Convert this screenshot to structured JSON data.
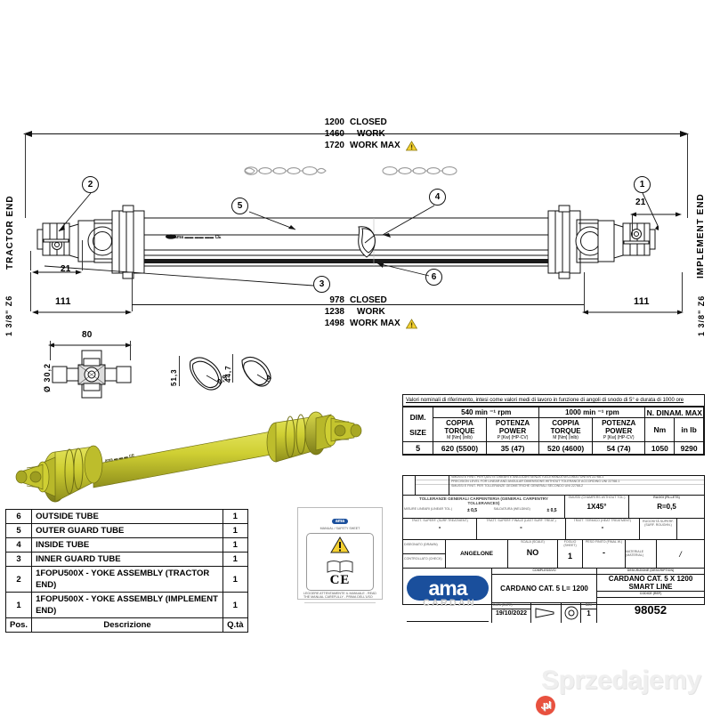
{
  "drawing": {
    "top_dimensions": [
      {
        "value": "1200",
        "label": "CLOSED",
        "warning": false
      },
      {
        "value": "1460",
        "label": "WORK",
        "warning": false
      },
      {
        "value": "1720",
        "label": "WORK MAX",
        "warning": true
      }
    ],
    "bottom_dimensions": [
      {
        "value": "978",
        "label": "CLOSED",
        "warning": false
      },
      {
        "value": "1238",
        "label": "WORK",
        "warning": false
      },
      {
        "value": "1498",
        "label": "WORK MAX",
        "warning": true
      }
    ],
    "left_end_label": "TRACTOR END",
    "right_end_label": "IMPLEMENT END",
    "left_spline": "1 3/8\" Z6",
    "right_spline": "1 3/8\" Z6",
    "left_dims": {
      "yoke": "21",
      "overall": "111"
    },
    "right_dims": {
      "yoke": "21",
      "overall": "111"
    },
    "balloons": [
      "1",
      "2",
      "3",
      "4",
      "5",
      "6"
    ],
    "guard_marking": "ama  CE",
    "cross_detail": {
      "width": "80",
      "diameter": "Ø 30,2"
    },
    "profile_left": {
      "across": "51,3",
      "thickness": "2,9"
    },
    "profile_right": {
      "across": "44,7",
      "thickness": "4"
    }
  },
  "parts_list": {
    "columns": {
      "pos": "Pos.",
      "description": "Descrizione",
      "qty": "Q.tà"
    },
    "rows": [
      {
        "pos": "6",
        "description": "OUTSIDE TUBE",
        "qty": "1"
      },
      {
        "pos": "5",
        "description": "OUTER GUARD TUBE",
        "qty": "1"
      },
      {
        "pos": "4",
        "description": "INSIDE TUBE",
        "qty": "1"
      },
      {
        "pos": "3",
        "description": "INNER GUARD TUBE",
        "qty": "1"
      },
      {
        "pos": "2",
        "description": "1FOPU500X  -  YOKE ASSEMBLY (TRACTOR END)",
        "qty": "1"
      },
      {
        "pos": "1",
        "description": "1FOPU500X  -  YOKE ASSEMBLY (IMPLEMENT END)",
        "qty": "1"
      }
    ]
  },
  "ce_label": {
    "brand": "ama",
    "subtitle": "MANUAL / SAFETY SHEET",
    "mark": "CE",
    "footnote": "LEGGERE ATTENTAMENTE IL MANUALE - READ THE MANUAL CAREFULLY - PRIMA DELL'USO"
  },
  "spec_table": {
    "note": "Valori nominali di riferimento, intesi come valori medi di lavoro in funzione di angoli di snodo di 5° e durata  di 1000 ore",
    "group_540": "540 min ⁻¹  rpm",
    "group_1000": "1000 min ⁻¹  rpm",
    "group_dyn": "N. DINAM. MAX",
    "dim_label": "DIM.",
    "size_label": "SIZE",
    "headers": [
      {
        "it": "COPPIA",
        "en": "TORQUE",
        "unit": "M [Nm] (inlb)"
      },
      {
        "it": "POTENZA",
        "en": "POWER",
        "unit": "P [Kw] (HP-CV)"
      },
      {
        "it": "COPPIA",
        "en": "TORQUE",
        "unit": "M [Nm] (inlb)"
      },
      {
        "it": "POTENZA",
        "en": "POWER",
        "unit": "P [Kw] (HP-CV)"
      }
    ],
    "dyn_headers": [
      "Nm",
      "in lb"
    ],
    "row": {
      "size": "5",
      "torque_540": "620  (5500)",
      "power_540": "35  (47)",
      "torque_1000": "520 (4600)",
      "power_1000": "54  (74)",
      "dyn_nm": "1050",
      "dyn_inlb": "9290"
    }
  },
  "title_block": {
    "tolerance_header": "TOLLERANZE GENERALI CARPENTERIA (GENERAL CARPENTRY TOLLERANCES)",
    "chamfer_header": "SMUSSI (CHAMFERS WITHOUT TOL.)",
    "fillet_header": "RAGGI (FILLETS)",
    "tol_linear_label": "MISURE LINEARI (LINEAR TOL.)",
    "tol_linear": "± 0,5",
    "tol_angular_label": "SALDATURA (WELDING)",
    "tol_angular": "± 0,5",
    "chamfer": "1X45°",
    "fillet": "R=0,5",
    "surface_label": "TRATT. SUPERF. (SURF.TREATMENT)",
    "surface": "-",
    "surface2_label": "TRATT. SUPERF. FINALE (LAST SURF. TREAT.)",
    "surface2": "-",
    "heat_label": "TRATT. TERMICO (HEAT TREATMENT)",
    "heat": "-",
    "roughness_label": "RUGOSITÀ SUPERF. (SURF. ROUGHN.)",
    "drawn_label": "DISEGNATO (DRAWN)",
    "drawn": "ANGELONE",
    "checked_label": "CONTROLLATO (CHECK)",
    "scale_label": "SCALA (SCALE)",
    "scale": "NO",
    "sheet_label": "FOGLIO (SHEET)",
    "sheet": "1",
    "weight_label": "PESO FINITO (FINAL W.)",
    "weight": "-",
    "material_label": "MATERIALE (MATERIAL)",
    "material": "/",
    "assembly_label": "COMPLESSIVO",
    "assembly": "CARDANO CAT. 5 L= 1200",
    "description_label": "DESCRIZIONE (DESCRIPTION)",
    "description": "CARDANO CAT. 5 X 1200 SMART LINE",
    "code_label": "CODICE (REF)",
    "code": "98052",
    "date_label": "DATA (DATE)",
    "date": "19/10/2022",
    "rev_label": "REV",
    "rev": "1",
    "logo_main": "ama",
    "logo_sub": "CARDAN"
  },
  "watermark": {
    "text": "Sprzedajemy",
    "badge": ".pl"
  },
  "colors": {
    "line": "#111111",
    "shaft_yellow": "#cfcf33",
    "shaft_yellow_dark": "#9a9a1f",
    "warning_yellow": "#f5d130",
    "logo_blue": "#1a4f9c",
    "watermark": "#efefef",
    "badge_red": "#e8513f"
  }
}
